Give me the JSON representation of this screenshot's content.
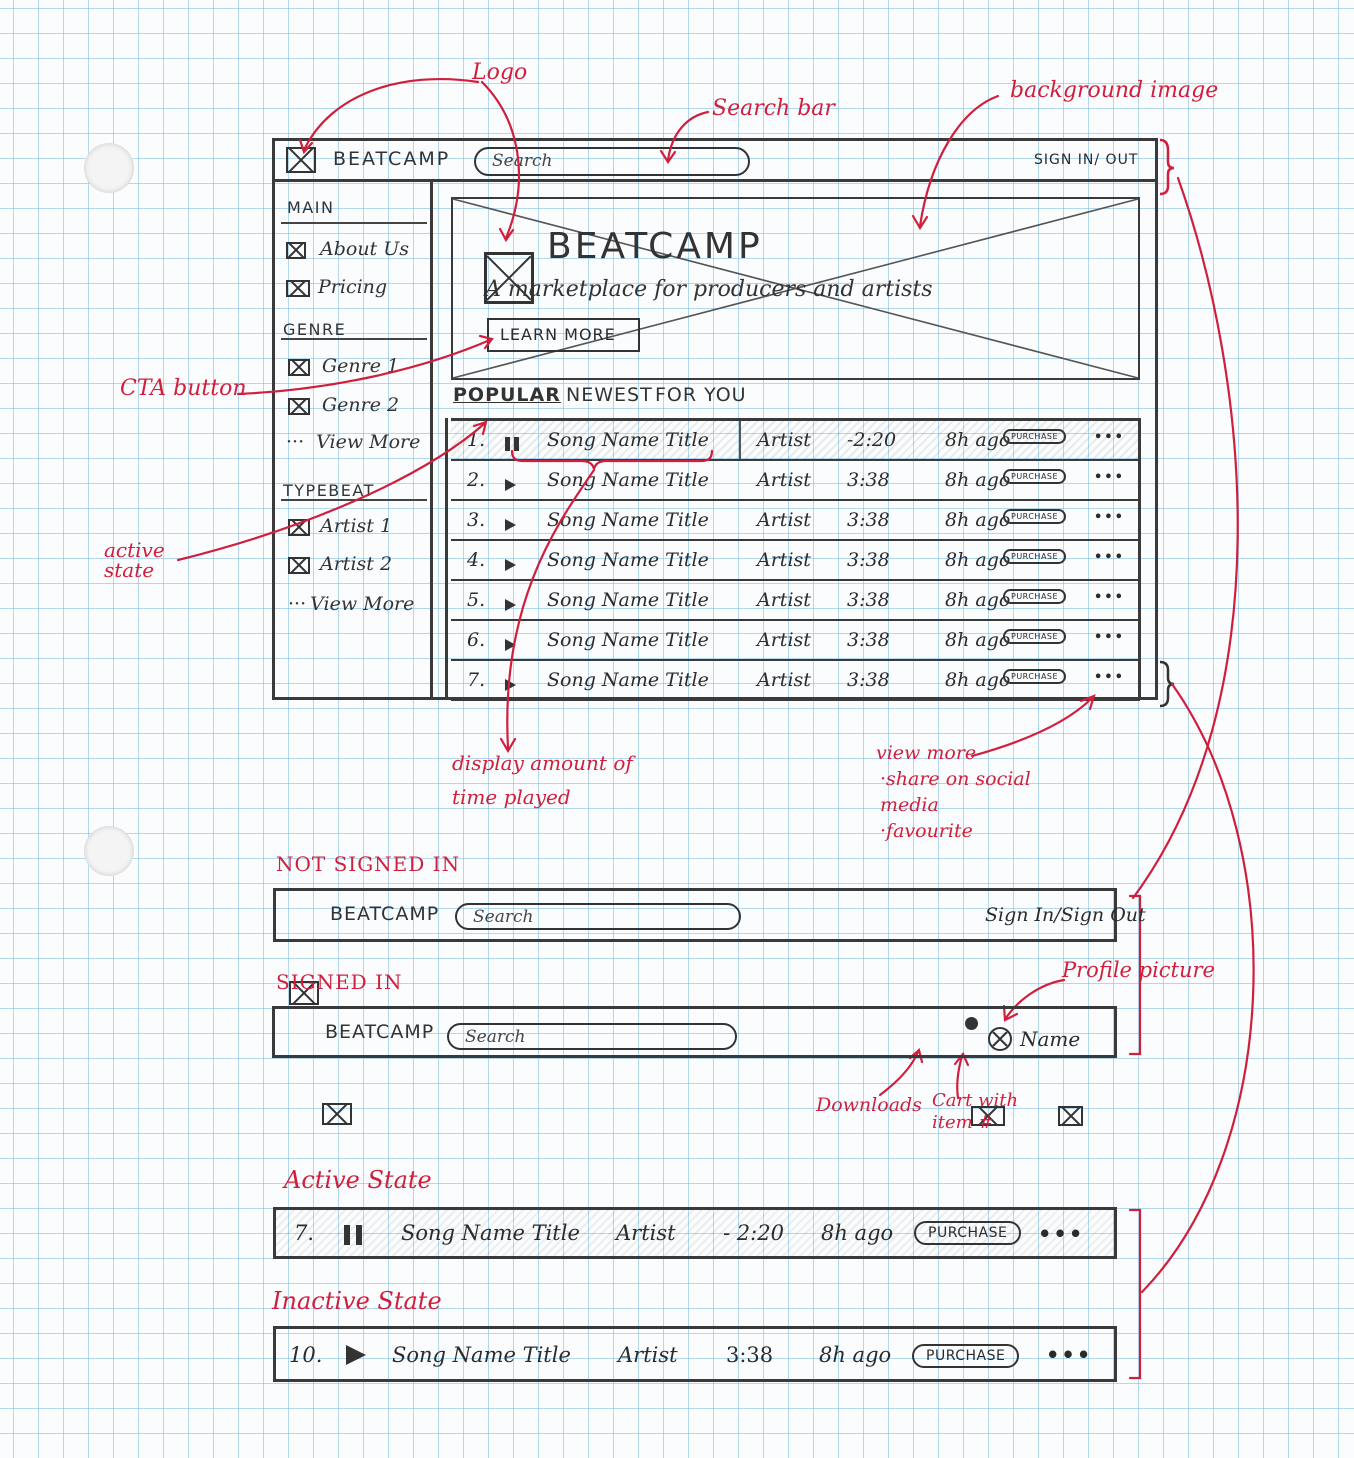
{
  "annotations": {
    "logo": "Logo",
    "search_bar": "Search bar",
    "background_image": "background image",
    "cta_button": "CTA button",
    "active_state": "active state",
    "display_time": "display amount of time played",
    "view_more_title": "view more",
    "view_more_items": [
      "·share on social media",
      "·favourite"
    ],
    "profile_picture": "Profile picture",
    "downloads": "Downloads",
    "cart": "Cart with item #"
  },
  "header": {
    "logo_text": "BEATCAMP",
    "search_placeholder": "Search",
    "sign": "SIGN IN/ OUT"
  },
  "sidebar": {
    "sections": [
      {
        "title": "MAIN",
        "items": [
          {
            "label": "About Us",
            "icon": true
          },
          {
            "label": "Pricing",
            "icon": true
          }
        ]
      },
      {
        "title": "GENRE",
        "items": [
          {
            "label": "Genre 1",
            "icon": true
          },
          {
            "label": "Genre 2",
            "icon": true
          },
          {
            "label": "View More",
            "icon": false
          }
        ]
      },
      {
        "title": "TYPEBEAT",
        "items": [
          {
            "label": "Artist 1",
            "icon": true
          },
          {
            "label": "Artist 2",
            "icon": true
          },
          {
            "label": "View More",
            "icon": false
          }
        ]
      }
    ]
  },
  "hero": {
    "title": "BEATCAMP",
    "tagline": "A marketplace for producers and artists",
    "cta": "LEARN MORE"
  },
  "tabs": [
    "POPULAR",
    "NEWEST",
    "FOR YOU"
  ],
  "tracks": [
    {
      "num": "1.",
      "state": "pause",
      "title": "Song Name Title",
      "artist": "Artist",
      "time": "-2:20",
      "ago": "8h ago",
      "action": "PURCHASE"
    },
    {
      "num": "2.",
      "state": "play",
      "title": "Song Name Title",
      "artist": "Artist",
      "time": "3:38",
      "ago": "8h ago",
      "action": "PURCHASE"
    },
    {
      "num": "3.",
      "state": "play",
      "title": "Song Name Title",
      "artist": "Artist",
      "time": "3:38",
      "ago": "8h ago",
      "action": "PURCHASE"
    },
    {
      "num": "4.",
      "state": "play",
      "title": "Song Name Title",
      "artist": "Artist",
      "time": "3:38",
      "ago": "8h ago",
      "action": "PURCHASE"
    },
    {
      "num": "5.",
      "state": "play",
      "title": "Song Name Title",
      "artist": "Artist",
      "time": "3:38",
      "ago": "8h ago",
      "action": "PURCHASE"
    },
    {
      "num": "6.",
      "state": "play",
      "title": "Song Name Title",
      "artist": "Artist",
      "time": "3:38",
      "ago": "8h ago",
      "action": "PURCHASE"
    },
    {
      "num": "7.",
      "state": "play",
      "title": "Song Name Title",
      "artist": "Artist",
      "time": "3:38",
      "ago": "8h ago",
      "action": "PURCHASE"
    }
  ],
  "more_glyph": "•••",
  "not_signed_in": {
    "label": "NOT SIGNED IN",
    "logo_text": "BEATCAMP",
    "search_placeholder": "Search",
    "sign": "Sign In/Sign Out"
  },
  "signed_in": {
    "label": "SIGNED IN",
    "logo_text": "BEATCAMP",
    "search_placeholder": "Search",
    "name": "Name"
  },
  "active_state_label": "Active State",
  "active_row": {
    "num": "7.",
    "title": "Song Name Title",
    "artist": "Artist",
    "time": "- 2:20",
    "ago": "8h ago",
    "action": "PURCHASE"
  },
  "inactive_state_label": "Inactive State",
  "inactive_row": {
    "num": "10.",
    "title": "Song Name Title",
    "artist": "Artist",
    "time": "3:38",
    "ago": "8h ago",
    "action": "PURCHASE"
  },
  "colors": {
    "annotation": "#d01f3c",
    "ink": "#333333",
    "grid": "#78b9e1"
  }
}
